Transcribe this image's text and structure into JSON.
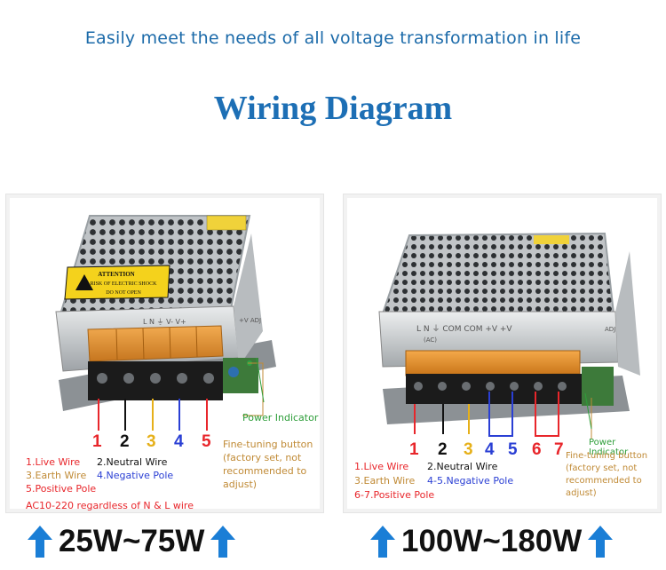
{
  "header": {
    "tagline": "Easily meet the needs of all voltage transformation in life",
    "title": "Wiring Diagram"
  },
  "colors": {
    "title_blue": "#1d6fb5",
    "arrow_blue": "#1a7ed6",
    "red": "#e8262b",
    "black": "#111111",
    "yellow": "#e6b019",
    "blue": "#2a3fd4",
    "brown": "#c08a35",
    "green": "#2e9e3a"
  },
  "left": {
    "label_stickers": {
      "attention": "ATTENTION",
      "risk": "RISK OF ELECTRIC SHOCK",
      "do_not_open": "DO NOT OPEN",
      "top_terminal_marks": "L N ⏚ V- V+",
      "adj": "+V ADJ"
    },
    "numbers": [
      "1",
      "2",
      "3",
      "4",
      "5"
    ],
    "power_indicator": "Power Indicator",
    "fine_tuning": [
      "Fine-tuning button",
      "(factory set, not",
      "recommended to",
      "adjust)"
    ],
    "legend": {
      "live": "1.Live Wire",
      "neutral": "2.Neutral Wire",
      "earth": "3.Earth Wire",
      "negative": "4.Negative Pole",
      "positive": "5.Positive Pole",
      "note": "AC10-220 regardless of N & L wire"
    },
    "wattage": "25W~75W"
  },
  "right": {
    "label_stickers": {
      "terminals": "L N ⏚ COM COM +V +V",
      "ac": "(AC)",
      "adj": "ADJ"
    },
    "numbers": [
      "1",
      "2",
      "3",
      "4",
      "5",
      "6",
      "7"
    ],
    "power_indicator": "Power Indicator",
    "fine_tuning": [
      "Fine-tuning button",
      "(factory set, not",
      "recommended to",
      "adjust)"
    ],
    "legend": {
      "live": "1.Live Wire",
      "neutral": "2.Neutral Wire",
      "earth": "3.Earth Wire",
      "negative": "4-5.Negative Pole",
      "positive": "6-7.Positive Pole"
    },
    "wattage": "100W~180W"
  }
}
